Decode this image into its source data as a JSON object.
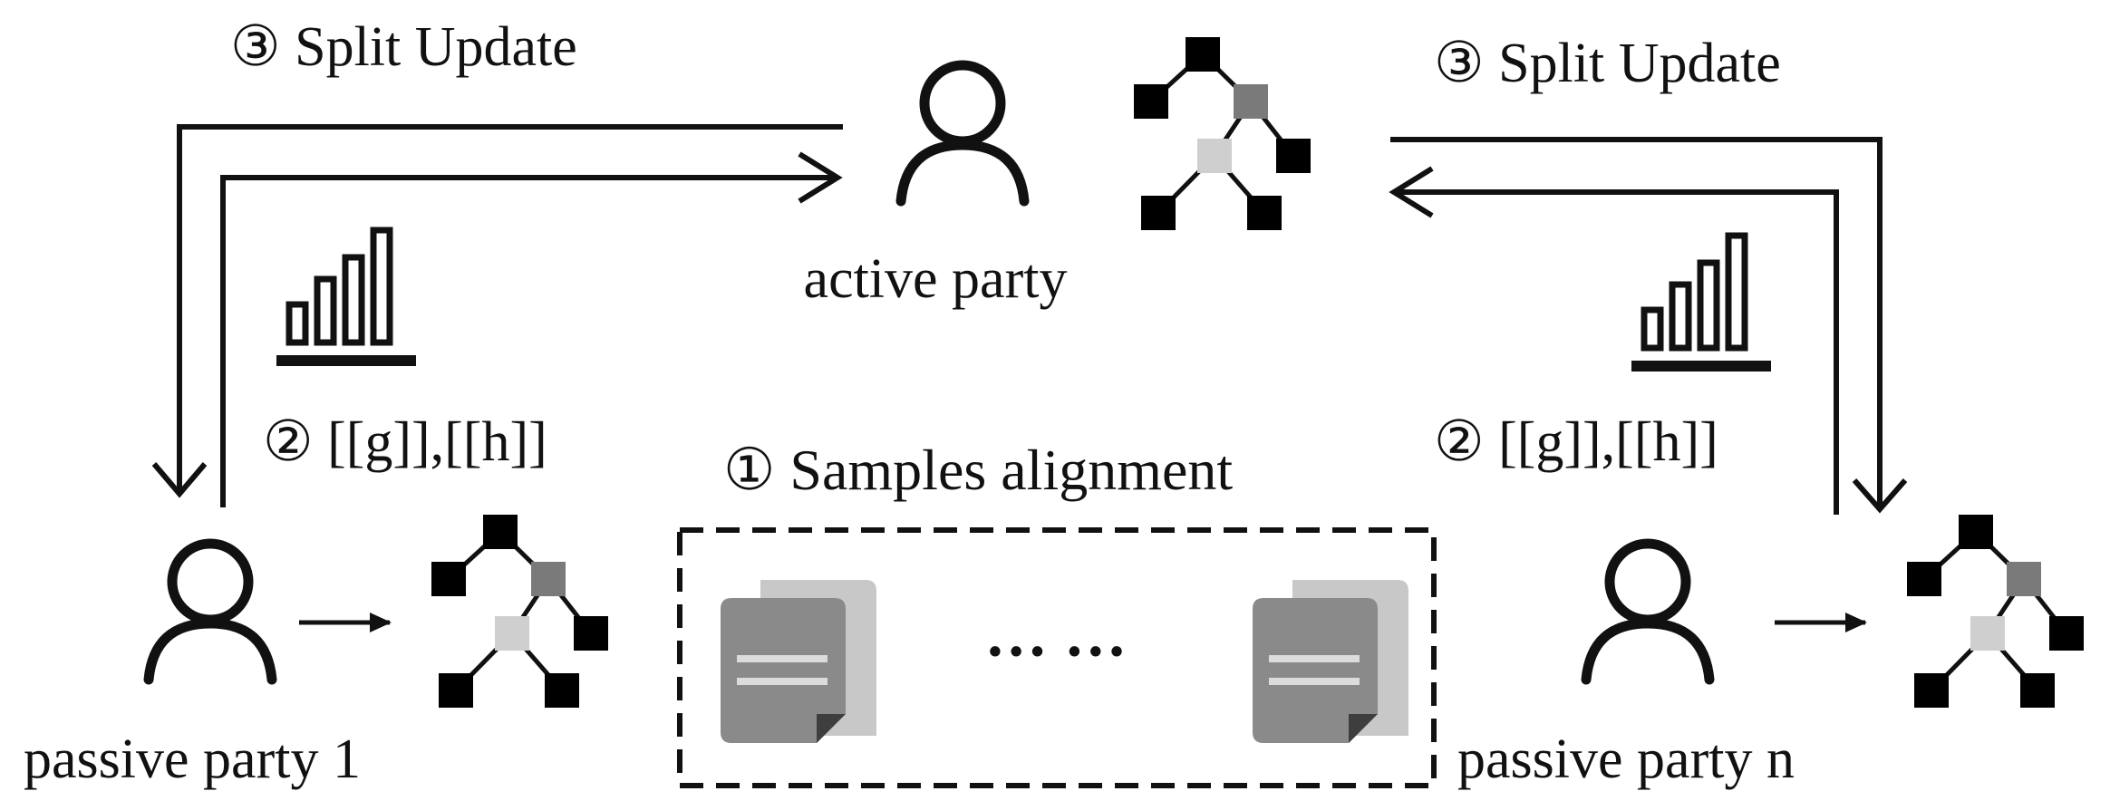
{
  "labels": {
    "split_update_left": "③ Split Update",
    "split_update_right": "③ Split Update",
    "gh_left": "② [[g]],[[h]]",
    "gh_right": "② [[g]],[[h]]",
    "samples_alignment": "① Samples alignment",
    "active_party": "active party",
    "passive_party_1": "passive party 1",
    "passive_party_n": "passive party n",
    "ellipsis": "··· ···"
  },
  "icons": {
    "party": "person-icon",
    "model": "decision-tree-icon",
    "statistics": "bar-chart-icon",
    "document": "document-icon"
  },
  "colors": {
    "ink": "#111111",
    "node_dark": "#000000",
    "node_mid": "#7a7a7a",
    "node_light": "#cfcfcf",
    "doc_front": "#8a8a8a",
    "doc_back": "#c8c8c8"
  }
}
